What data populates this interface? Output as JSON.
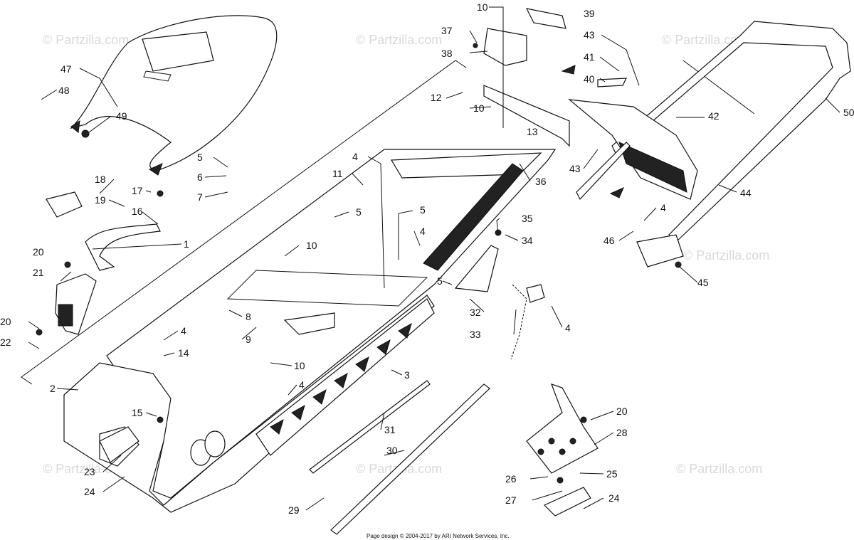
{
  "watermark": "© Partzilla.com",
  "footer": "Page design © 2004-2017 by ARI Network Services, Inc.",
  "callouts": [
    {
      "id": "c47",
      "text": "47"
    },
    {
      "id": "c48",
      "text": "48"
    },
    {
      "id": "c49",
      "text": "49"
    },
    {
      "id": "c10a",
      "text": "10"
    },
    {
      "id": "c39",
      "text": "39"
    },
    {
      "id": "c37",
      "text": "37"
    },
    {
      "id": "c38",
      "text": "38"
    },
    {
      "id": "c43a",
      "text": "43"
    },
    {
      "id": "c41",
      "text": "41"
    },
    {
      "id": "c40",
      "text": "40"
    },
    {
      "id": "c12",
      "text": "12"
    },
    {
      "id": "c10b",
      "text": "10"
    },
    {
      "id": "c13",
      "text": "13"
    },
    {
      "id": "c42",
      "text": "42"
    },
    {
      "id": "c50",
      "text": "50"
    },
    {
      "id": "c43b",
      "text": "43"
    },
    {
      "id": "c44",
      "text": "44"
    },
    {
      "id": "c4a",
      "text": "4"
    },
    {
      "id": "c11",
      "text": "11"
    },
    {
      "id": "c36",
      "text": "36"
    },
    {
      "id": "c5a",
      "text": "5"
    },
    {
      "id": "c6",
      "text": "6"
    },
    {
      "id": "c7",
      "text": "7"
    },
    {
      "id": "c18",
      "text": "18"
    },
    {
      "id": "c17",
      "text": "17"
    },
    {
      "id": "c19",
      "text": "19"
    },
    {
      "id": "c16",
      "text": "16"
    },
    {
      "id": "c5b",
      "text": "5"
    },
    {
      "id": "c5c",
      "text": "5"
    },
    {
      "id": "c4b",
      "text": "4"
    },
    {
      "id": "c35",
      "text": "35"
    },
    {
      "id": "c34",
      "text": "34"
    },
    {
      "id": "c4c",
      "text": "4"
    },
    {
      "id": "c46",
      "text": "46"
    },
    {
      "id": "c1",
      "text": "1"
    },
    {
      "id": "c20a",
      "text": "20"
    },
    {
      "id": "c10c",
      "text": "10"
    },
    {
      "id": "c21",
      "text": "21"
    },
    {
      "id": "c45",
      "text": "45"
    },
    {
      "id": "c5d",
      "text": "5"
    },
    {
      "id": "c8",
      "text": "8"
    },
    {
      "id": "c32",
      "text": "32"
    },
    {
      "id": "c20b",
      "text": "20"
    },
    {
      "id": "c9",
      "text": "9"
    },
    {
      "id": "c4d",
      "text": "4"
    },
    {
      "id": "c33",
      "text": "33"
    },
    {
      "id": "c22",
      "text": "22"
    },
    {
      "id": "c4e",
      "text": "4"
    },
    {
      "id": "c14",
      "text": "14"
    },
    {
      "id": "c10d",
      "text": "10"
    },
    {
      "id": "c3",
      "text": "3"
    },
    {
      "id": "c2",
      "text": "2"
    },
    {
      "id": "c4f",
      "text": "4"
    },
    {
      "id": "c15",
      "text": "15"
    },
    {
      "id": "c20c",
      "text": "20"
    },
    {
      "id": "c31",
      "text": "31"
    },
    {
      "id": "c28",
      "text": "28"
    },
    {
      "id": "c30",
      "text": "30"
    },
    {
      "id": "c23",
      "text": "23"
    },
    {
      "id": "c25",
      "text": "25"
    },
    {
      "id": "c26",
      "text": "26"
    },
    {
      "id": "c24a",
      "text": "24"
    },
    {
      "id": "c27",
      "text": "27"
    },
    {
      "id": "c24b",
      "text": "24"
    },
    {
      "id": "c29",
      "text": "29"
    }
  ]
}
